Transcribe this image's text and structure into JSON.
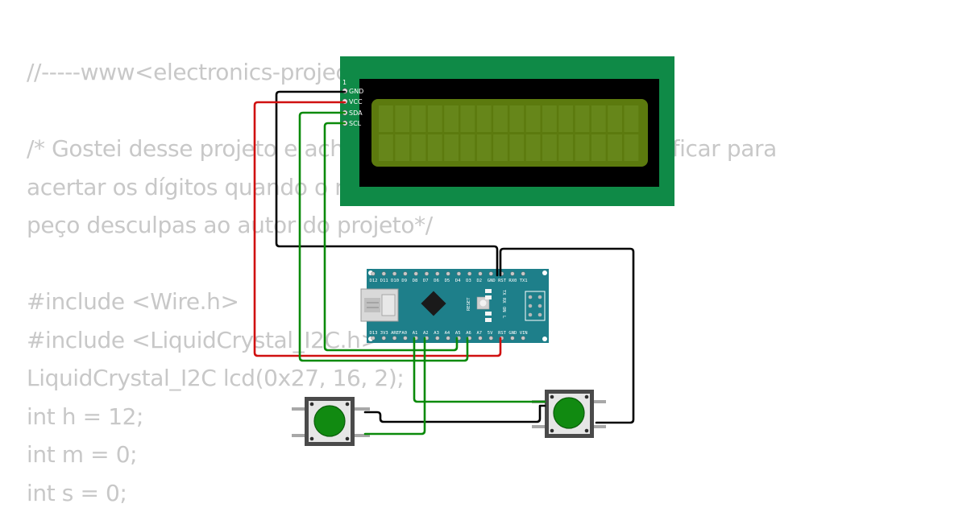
{
  "code_lines": [
    "//-----www<electronics-projects-hub>com-----",
    "",
    "/* Gostei desse projeto e achei muito útil, só tive que modificar para",
    "acertar os dígitos quando o número era menor que 10,",
    "peço desculpas ao autor do projeto*/",
    "",
    "#include <Wire.h>",
    "#include <LiquidCrystal_I2C.h>",
    "LiquidCrystal_I2C lcd(0x27, 16, 2);",
    "int h = 12;",
    "int m = 0;",
    "int s = 0;"
  ],
  "lcd": {
    "pin_one_marker": "1",
    "pins": [
      "GND",
      "VCC",
      "SDA",
      "SCL"
    ],
    "board_color": "#0f8a47",
    "screen_color": "#5c7a0e"
  },
  "nano": {
    "top_pins": [
      "D12",
      "D11",
      "D10",
      "D9",
      "D8",
      "D7",
      "D6",
      "D5",
      "D4",
      "D3",
      "D2",
      "GND",
      "RST",
      "RX0",
      "TX1"
    ],
    "bottom_pins": [
      "D13",
      "3V3",
      "AREF",
      "A0",
      "A1",
      "A2",
      "A3",
      "A4",
      "A5",
      "A6",
      "A7",
      "5V",
      "RST",
      "GND",
      "VIN"
    ],
    "led_labels": [
      "TX",
      "RX",
      "ON",
      "L"
    ],
    "reset_label": "RESET",
    "board_color": "#1e7f8a"
  },
  "buttons": [
    {
      "id": "button-left",
      "color": "#118a11"
    },
    {
      "id": "button-right",
      "color": "#118a11"
    }
  ],
  "wire_colors": {
    "ground": "#000000",
    "power": "#d01010",
    "signal": "#0a8a0a"
  }
}
